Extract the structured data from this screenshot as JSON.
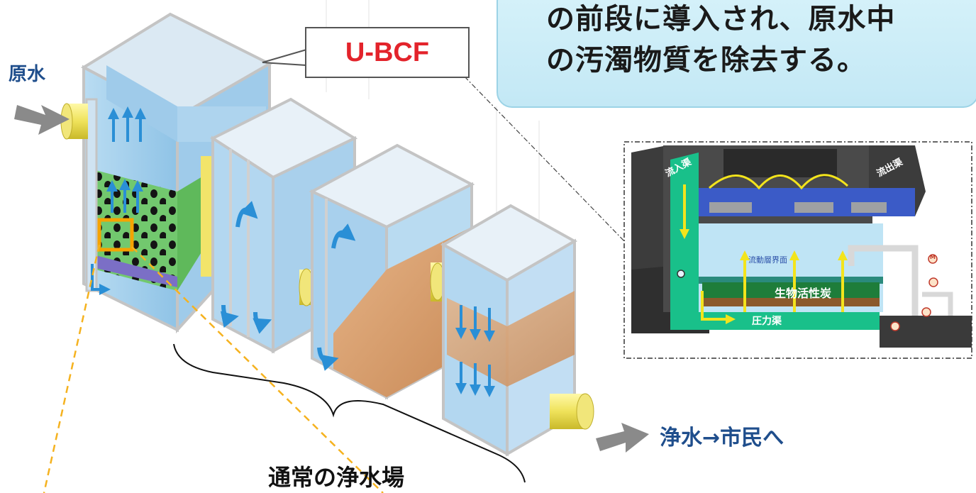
{
  "callout": {
    "line1": "の前段に導入され、原水中",
    "line2": "の汚濁物質を除去する。"
  },
  "labels": {
    "raw_water": "原水",
    "ubcf": "U-BCF",
    "clean_water": "浄水→市民へ",
    "normal_plant": "通常の浄水場"
  },
  "inset": {
    "inflow_channel": "流入渠",
    "outflow_channel": "流出渠",
    "fluidized_interface": "流動層界面",
    "bio_activated_carbon": "生物活性炭",
    "pressure_channel": "圧力渠",
    "valve_marker": "M"
  },
  "colors": {
    "label_blue": "#1f4e8c",
    "ubcf_red": "#e3232b",
    "water_blue": "#a9d2ee",
    "sand": "#d9a272",
    "carbon_green": "#69c36b",
    "arrow_gray": "#8a8a8a",
    "dash_orange": "#f5b21f",
    "flow_yellow": "#f3e41c"
  }
}
